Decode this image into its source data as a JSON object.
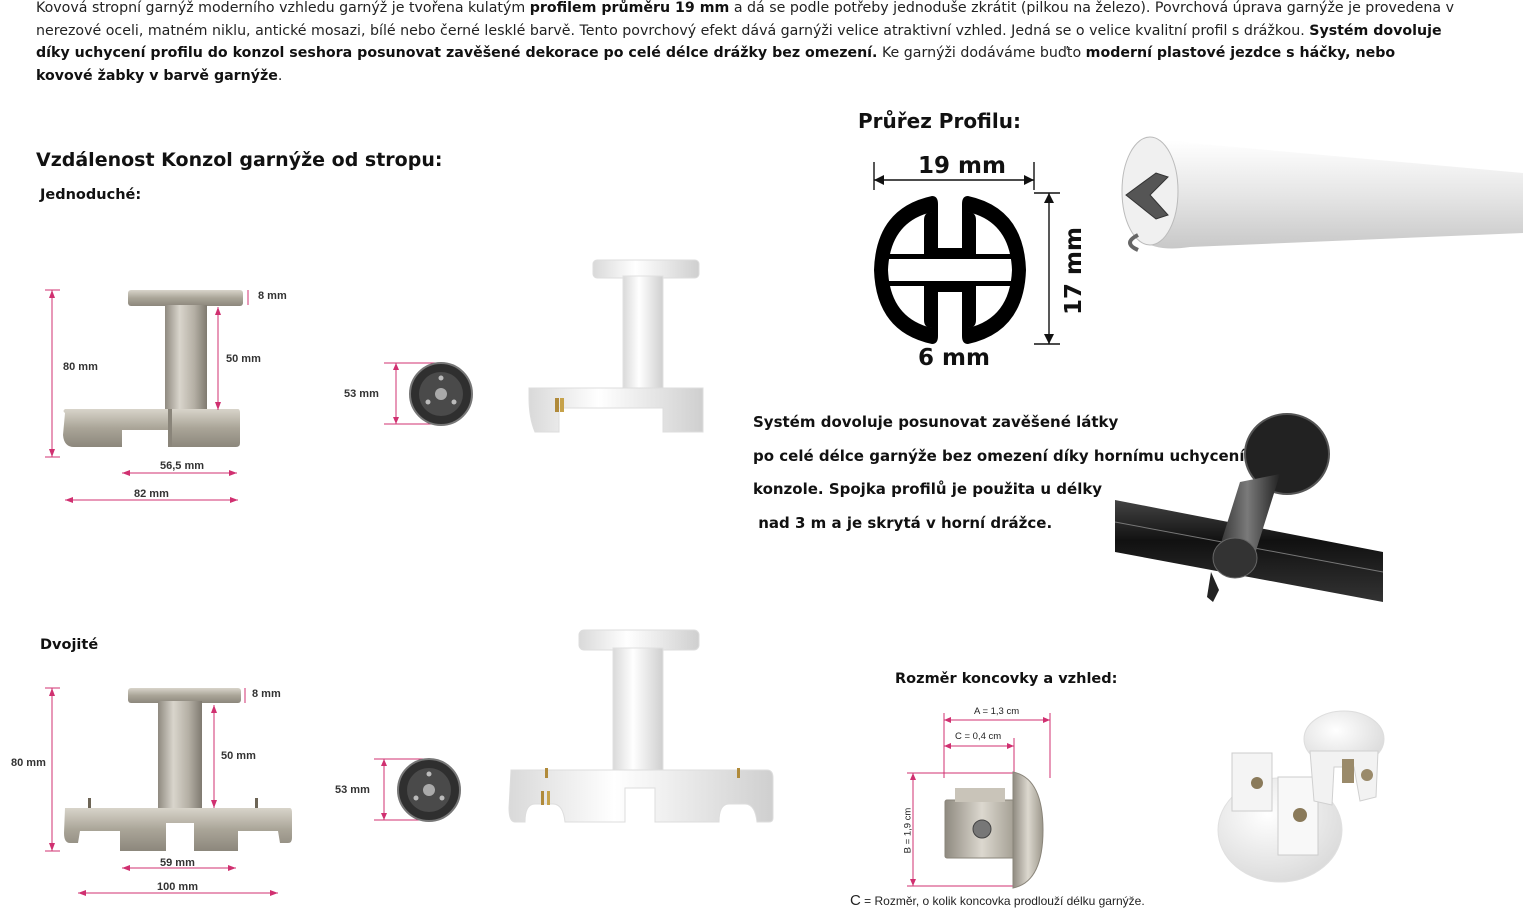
{
  "intro": {
    "p1": "Kovová stropní garnýž moderního vzhledu garnýž je tvořena kulatým ",
    "b1": "profilem průměru 19 mm",
    "p2": " a dá se podle potřeby jednoduše zkrátit (pilkou na železo). Povrchová úprava garnýže je provedena v nerezové oceli, matném niklu, antické mosazi, bílé nebo černé lesklé barvě. Tento povrchový efekt dává garnýži velice atraktivní vzhled. Jedná se o velice kvalitní profil s drážkou. ",
    "b2": "Systém dovoluje díky uchycení profilu do konzol seshora posunovat zavěšené dekorace po celé délce drážky bez omezení.",
    "p3": " Ke garnýži dodáváme buďto ",
    "b3": "moderní plastové jezdce s háčky, nebo kovové žabky v barvě garnýže",
    "p4": "."
  },
  "colors": {
    "nickel": "#b9b4a8",
    "white_metal": "#f2f2f2",
    "black_metal": "#1c1c1c",
    "dimension_line": "#d03070"
  },
  "distance_heading": "Vzdálenost Konzol garnýže od stropu:",
  "single": {
    "heading": "Jednoduché:",
    "dims": {
      "top": "8 mm",
      "height": "80 mm",
      "stem": "50 mm",
      "inner": "56,5 mm",
      "width": "82 mm",
      "disc": "53 mm"
    }
  },
  "double": {
    "heading": "Dvojité",
    "dims": {
      "top": "8 mm",
      "height": "80 mm",
      "stem": "50 mm",
      "inner": "59 mm",
      "width": "100 mm",
      "disc": "53 mm"
    }
  },
  "profile": {
    "heading": "Průřez Profilu:",
    "dim_width": "19 mm",
    "dim_height": "17 mm",
    "dim_slot": "6 mm"
  },
  "system": {
    "line1": "Systém dovoluje posunovat zavěšené látky",
    "line2": "po celé délce garnýže bez omezení díky hornímu uchycení",
    "line3": "konzole. Spojka profilů je použita u délky",
    "line4": " nad 3 m a je skrytá v horní drážce."
  },
  "endcap": {
    "heading": "Rozměr koncovky a vzhled:",
    "dim_a": "A = 1,3 cm",
    "dim_c": "C = 0,4 cm",
    "dim_b": "B = 1,9 cm",
    "note_c": "C",
    "note_text": " = Rozměr, o kolik koncovka prodlouží délku garnýže."
  }
}
